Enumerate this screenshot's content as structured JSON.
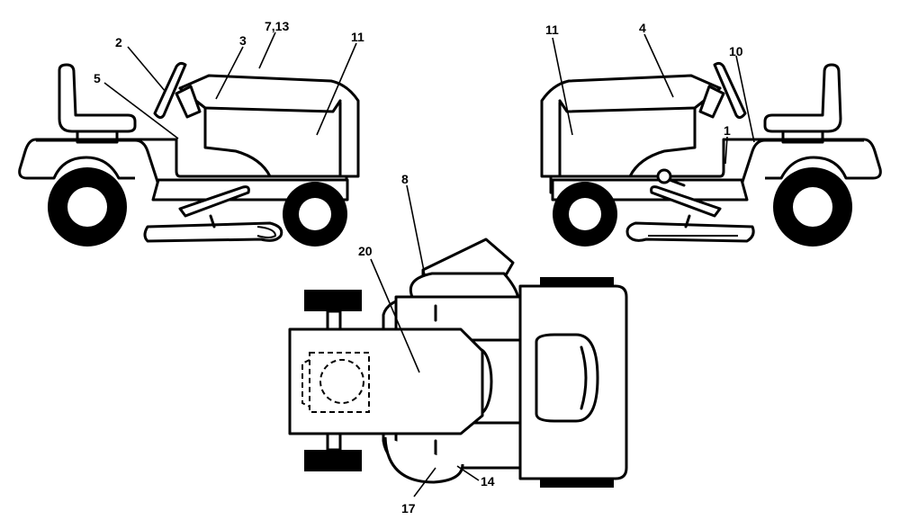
{
  "callouts": {
    "c1": "1",
    "c2": "2",
    "c3": "3",
    "c4": "4",
    "c5": "5",
    "c7_13": "7,13",
    "c8": "8",
    "c10": "10",
    "c11_left": "11",
    "c11_right": "11",
    "c14": "14",
    "c17": "17",
    "c20": "20"
  }
}
